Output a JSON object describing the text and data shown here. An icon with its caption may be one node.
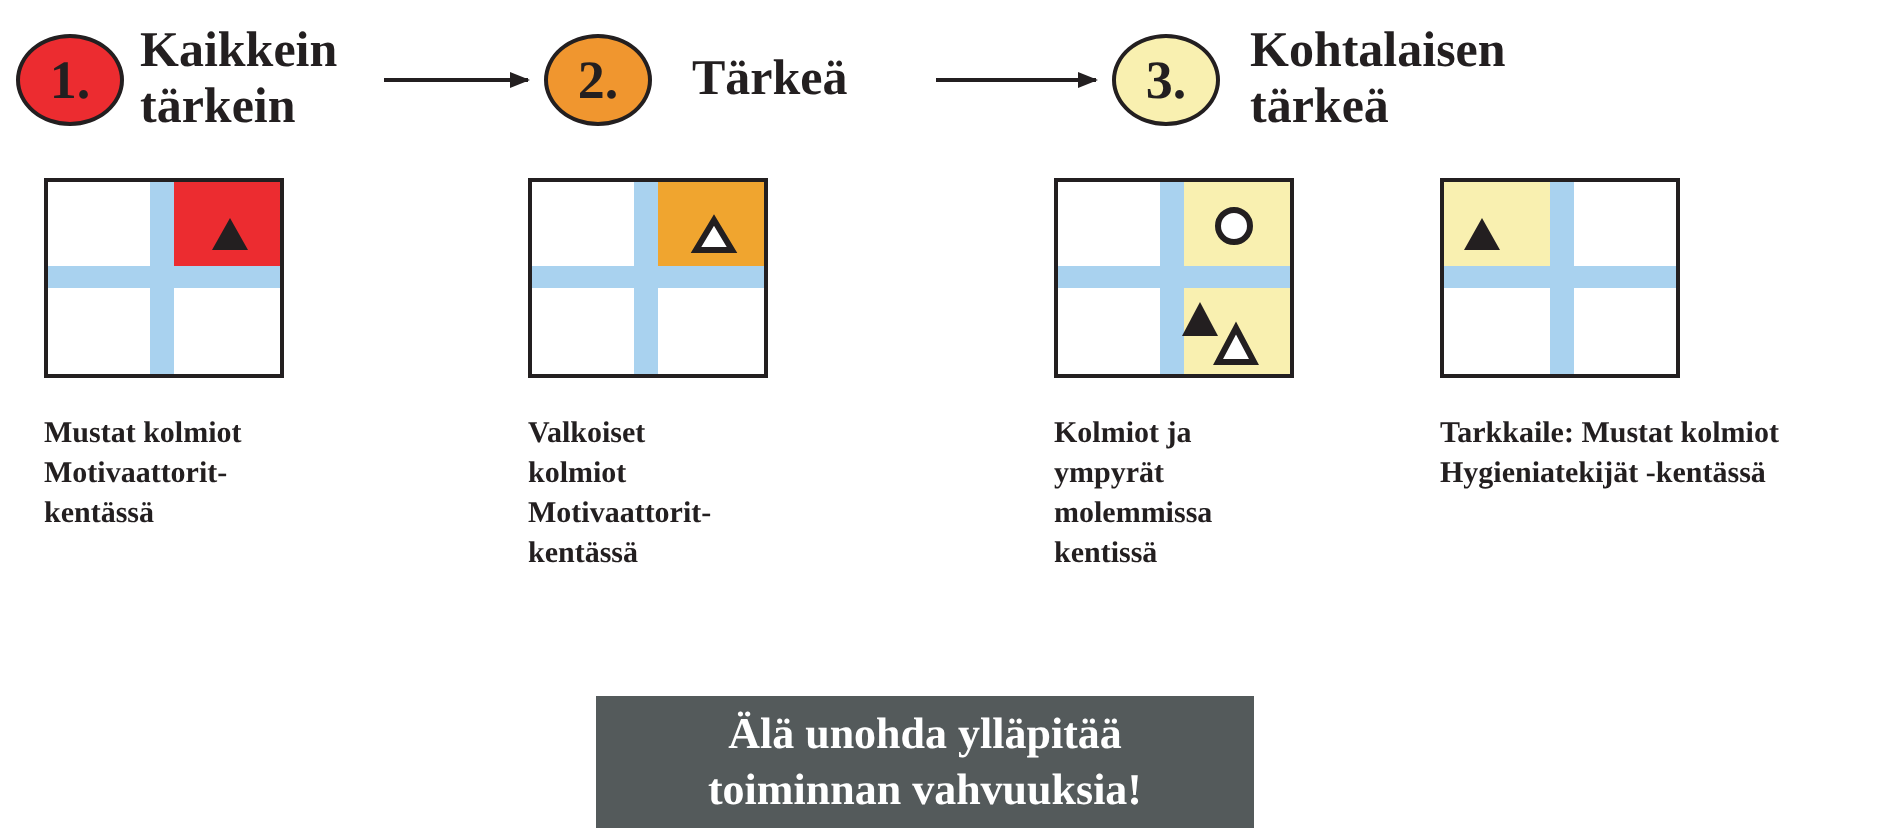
{
  "diagram": {
    "nodes": [
      {
        "text": [
          "1."
        ],
        "beside": [
          "Kaikkein tärkein"
        ]
      },
      {
        "text": [
          "2."
        ],
        "beside": [
          "Tärkeä"
        ]
      },
      {
        "text": [
          "3."
        ],
        "beside": [
          "Kohtalaisen tärkeä"
        ]
      },
      {
        "text": [
          "Älä unohda ylläpitää toiminnan vahvuuksia!"
        ]
      }
    ],
    "edges": [
      {
        "from": 0,
        "to": 1,
        "arrow": "to"
      },
      {
        "from": 1,
        "to": 2,
        "arrow": "to"
      }
    ],
    "labels": [
      "Mustat kolmiot Motivaattorit-kentässä",
      "Valkoiset kolmiot Motivaattorit-kentässä",
      "Kolmiot ja ympyrät molemmissa kentissä",
      "Tarkkaile: Mustat kolmiot Hygieniatekijät -kentässä"
    ]
  }
}
